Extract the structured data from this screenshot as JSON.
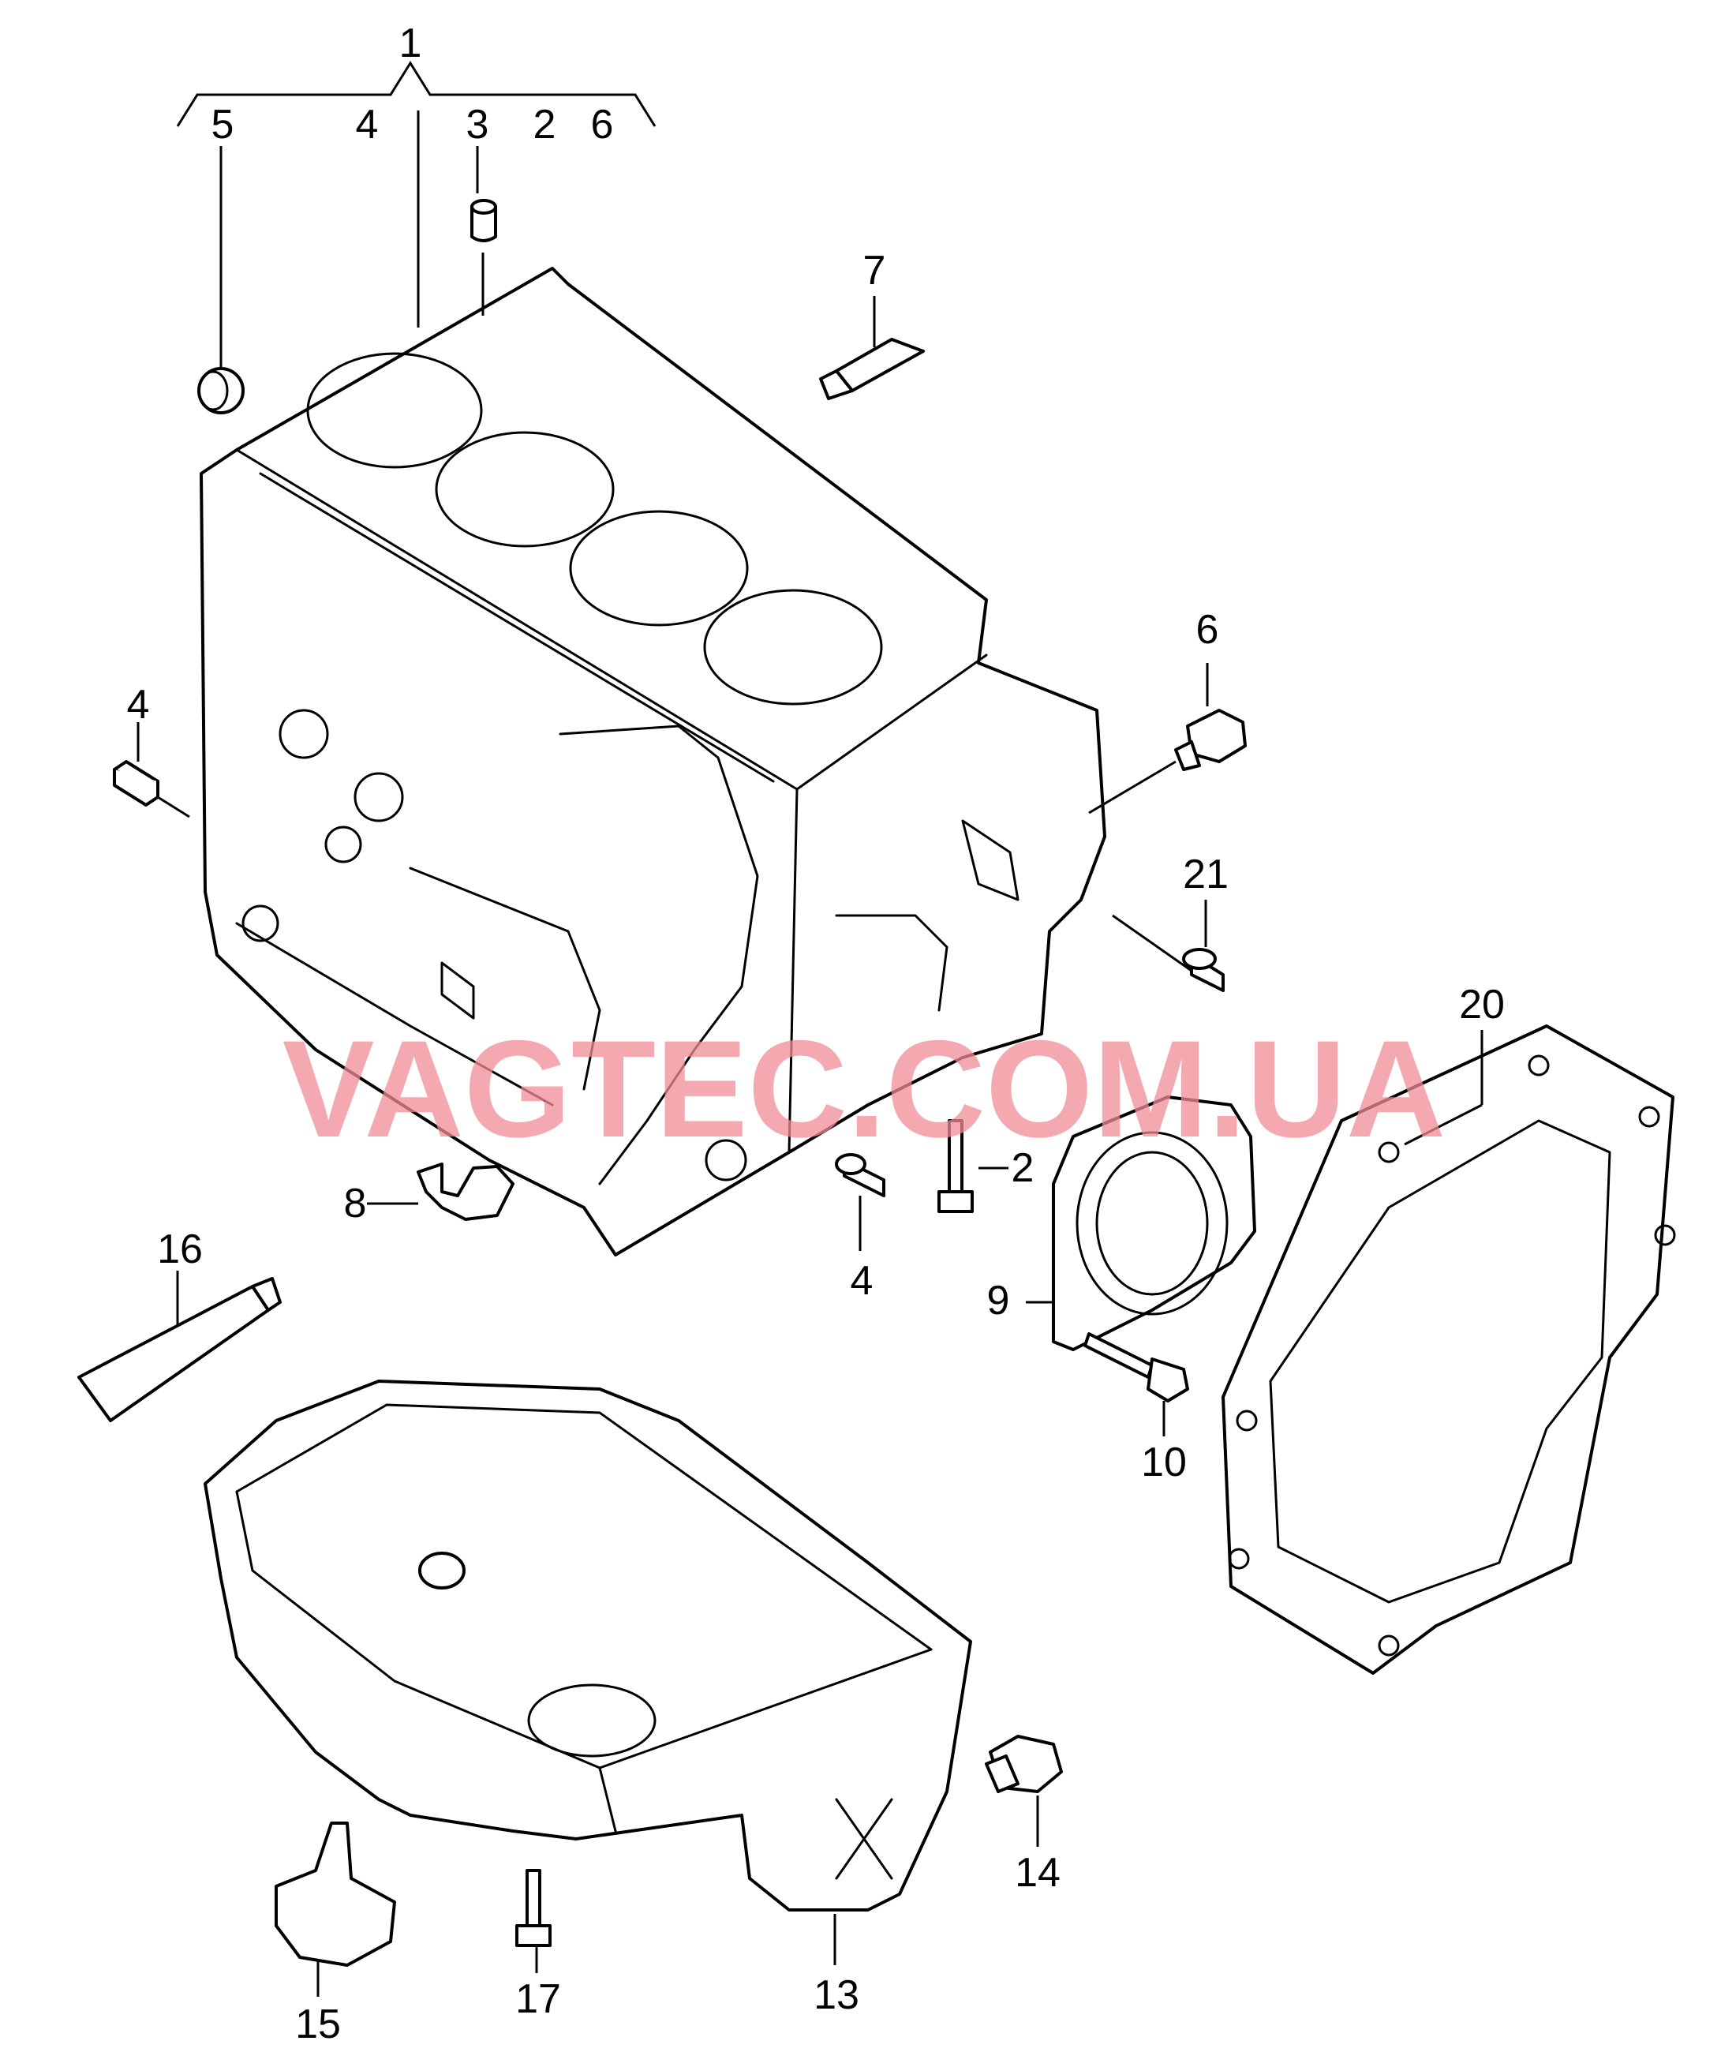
{
  "watermark": "VAGTEC.COM.UA",
  "callouts": {
    "c1": "1",
    "c5": "5",
    "c4a": "4",
    "c3": "3",
    "c2a": "2",
    "c6a": "6",
    "c7": "7",
    "c6b": "6",
    "c4b": "4",
    "c21": "21",
    "c20": "20",
    "c2b": "2",
    "c8": "8",
    "c4c": "4",
    "c9": "9",
    "c16": "16",
    "c10": "10",
    "c14": "14",
    "c15": "15",
    "c17": "17",
    "c13": "13"
  },
  "colors": {
    "line": "#000000",
    "watermark": "#f08c96",
    "background": "#ffffff"
  }
}
